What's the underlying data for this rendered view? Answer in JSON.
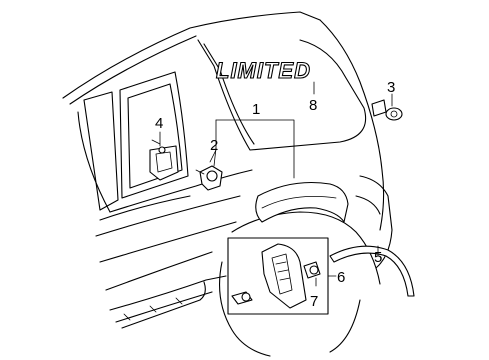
{
  "emblem_text": "LIMITED",
  "callouts": {
    "c1": "1",
    "c2": "2",
    "c3": "3",
    "c4": "4",
    "c5": "5",
    "c6": "6",
    "c7": "7",
    "c8": "8"
  }
}
